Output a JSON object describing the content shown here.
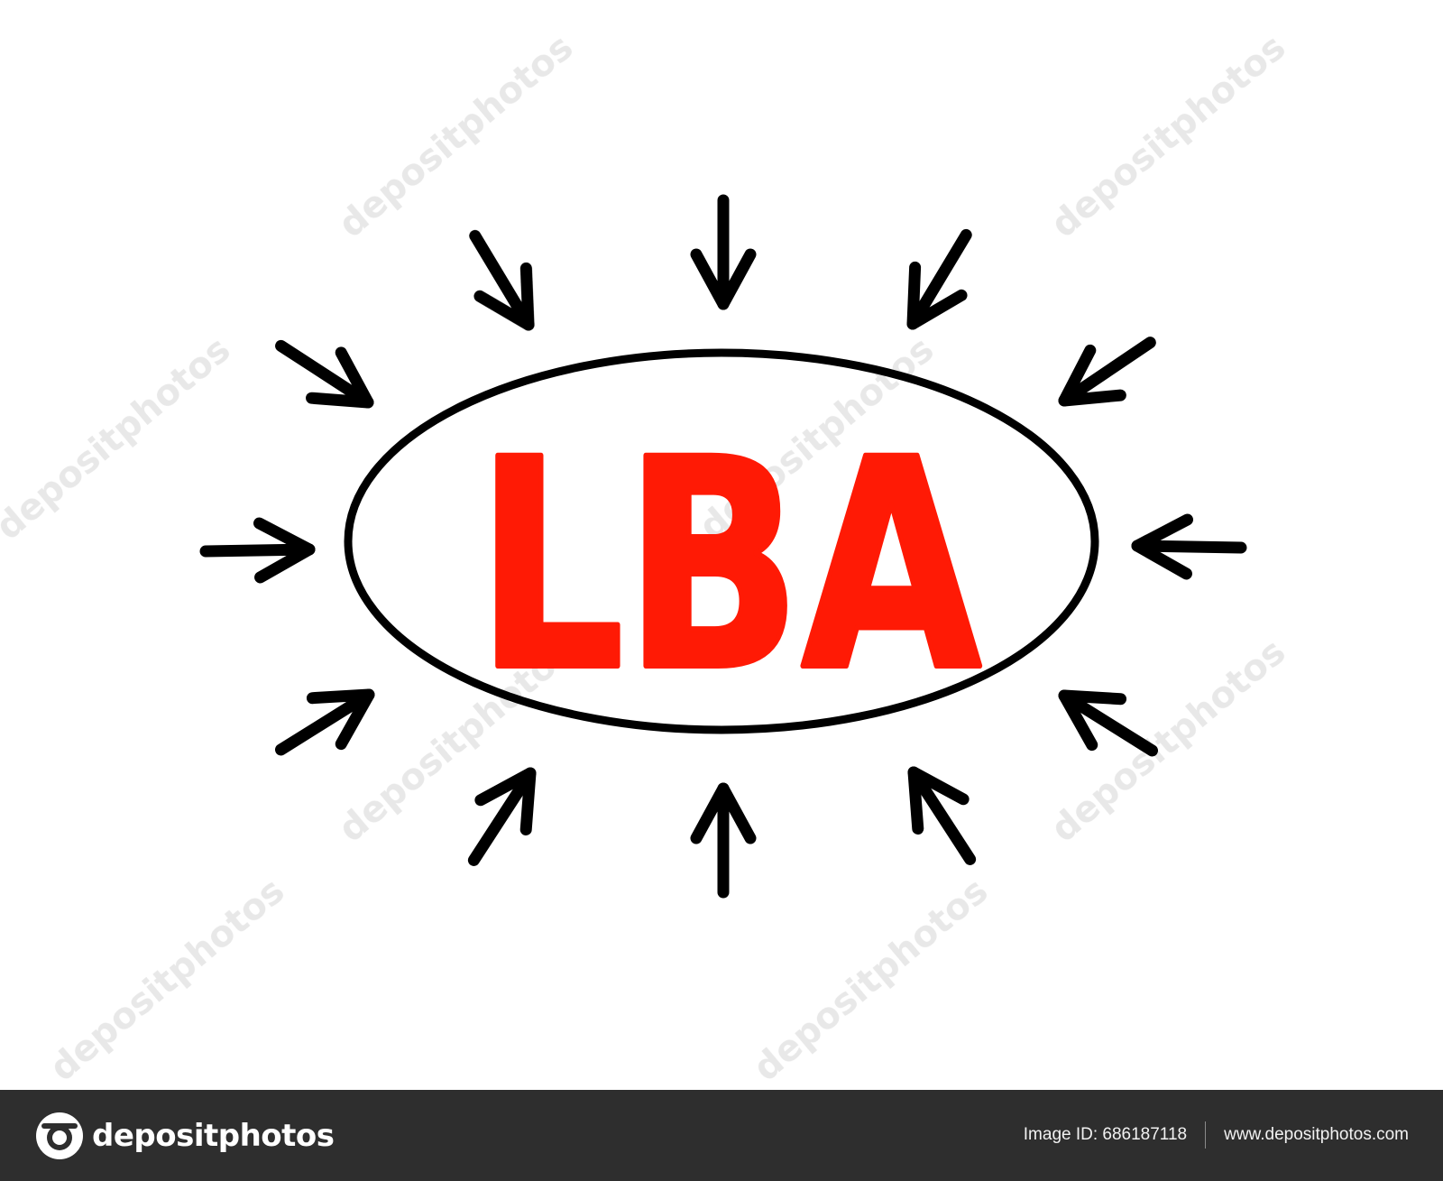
{
  "center_label": "LBA",
  "colors": {
    "label": "#ff1a05",
    "stroke": "#000000",
    "footer_bg": "#2e2e2e"
  },
  "watermark": {
    "text": "depositphotos"
  },
  "footer": {
    "brand": "depositphotos",
    "image_id_label": "Image ID: 686187118",
    "site": "www.depositphotos.com"
  },
  "icons": [
    "arrow-icon",
    "camera-logo-icon",
    "ellipse-frame"
  ]
}
